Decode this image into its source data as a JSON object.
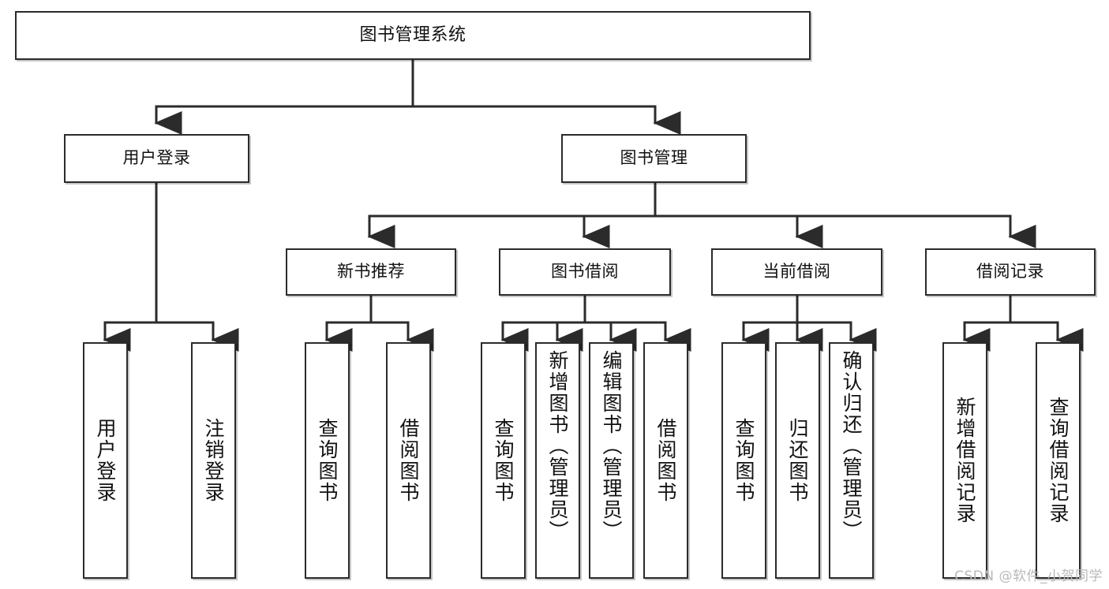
{
  "diagram": {
    "type": "tree",
    "title": "图书管理系统",
    "orientation": "top-down",
    "edge_style": "orthogonal-arrow",
    "colors": {
      "box_border": "#2b2b2b",
      "box_fill": "#ffffff",
      "line": "#2b2b2b",
      "text": "#111111",
      "watermark": "#b9b9b9",
      "background": "#ffffff"
    }
  },
  "nodes": {
    "root": {
      "label": "图书管理系统",
      "level": 1
    },
    "l2": [
      {
        "id": "user-login",
        "label": "用户登录",
        "level": 2
      },
      {
        "id": "book-manage",
        "label": "图书管理",
        "level": 2
      }
    ],
    "l3": [
      {
        "id": "new-book-rec",
        "label": "新书推荐",
        "level": 3,
        "parent": "book-manage"
      },
      {
        "id": "book-borrow",
        "label": "图书借阅",
        "level": 3,
        "parent": "book-manage"
      },
      {
        "id": "current-borrow",
        "label": "当前借阅",
        "level": 3,
        "parent": "book-manage"
      },
      {
        "id": "borrow-record",
        "label": "借阅记录",
        "level": 3,
        "parent": "book-manage"
      }
    ],
    "leaves": [
      {
        "id": "leaf-user-login",
        "label": "用户登录",
        "parent": "user-login"
      },
      {
        "id": "leaf-logout-login",
        "label": "注销登录",
        "parent": "user-login"
      },
      {
        "id": "leaf-query-book-1",
        "label": "查询图书",
        "parent": "new-book-rec"
      },
      {
        "id": "leaf-borrow-book-1",
        "label": "借阅图书",
        "parent": "new-book-rec"
      },
      {
        "id": "leaf-query-book-2",
        "label": "查询图书",
        "parent": "book-borrow"
      },
      {
        "id": "leaf-add-book",
        "label": "新增图书（管理员）",
        "parent": "book-borrow"
      },
      {
        "id": "leaf-edit-book",
        "label": "编辑图书（管理员）",
        "parent": "book-borrow"
      },
      {
        "id": "leaf-borrow-book-2",
        "label": "借阅图书",
        "parent": "book-borrow"
      },
      {
        "id": "leaf-query-book-3",
        "label": "查询图书",
        "parent": "current-borrow"
      },
      {
        "id": "leaf-return-book",
        "label": "归还图书",
        "parent": "current-borrow"
      },
      {
        "id": "leaf-confirm-return",
        "label": "确认归还（管理员）",
        "parent": "current-borrow"
      },
      {
        "id": "leaf-add-record",
        "label": "新增借阅记录",
        "parent": "borrow-record"
      },
      {
        "id": "leaf-query-record",
        "label": "查询借阅记录",
        "parent": "borrow-record"
      }
    ]
  },
  "watermark": {
    "text": "CSDN @软件_小贺同学"
  }
}
